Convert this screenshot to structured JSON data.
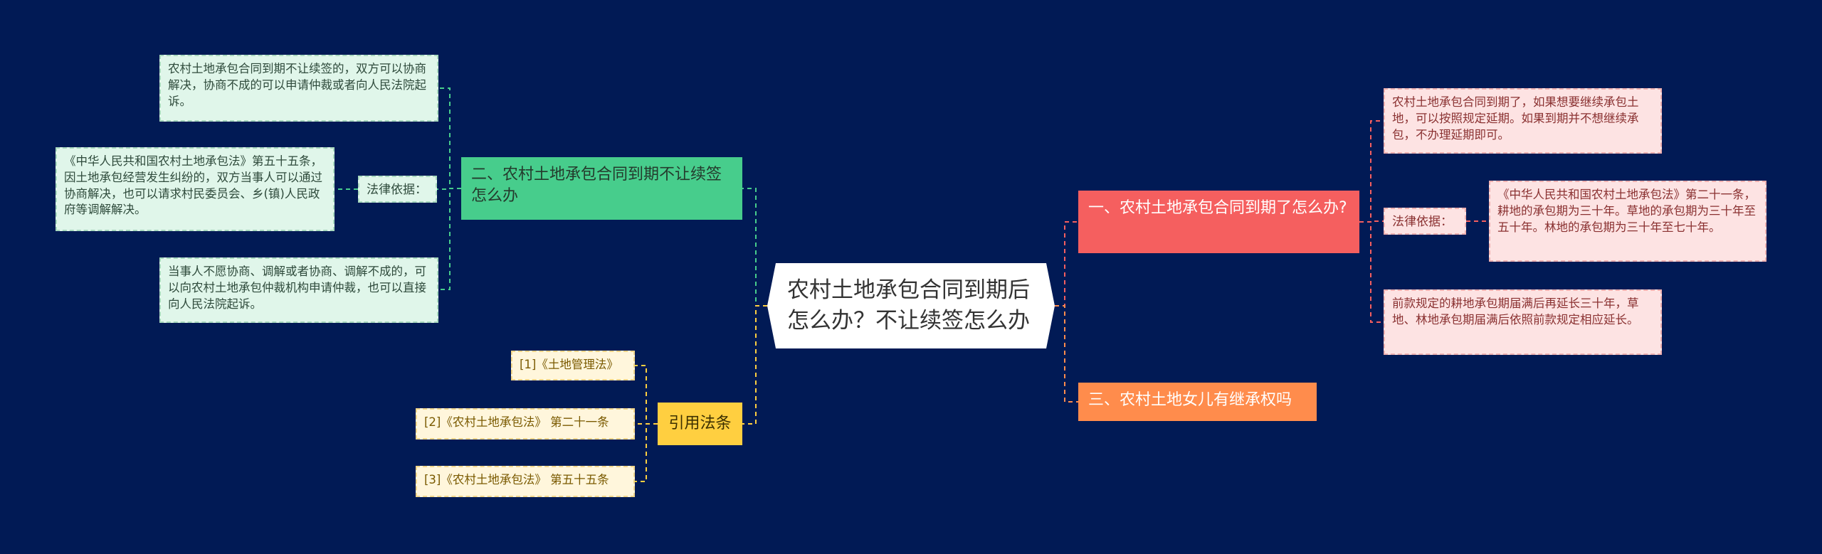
{
  "mindmap": {
    "root": "农村土地承包合同到期后怎么办？不让续签怎么办",
    "right": [
      {
        "title": "一、农村土地承包合同到期了怎么办?",
        "children": [
          {
            "text": "农村土地承包合同到期了，如果想要继续承包土地，可以按照规定延期。如果到期并不想继续承包，不办理延期即可。"
          },
          {
            "label": "法律依据：",
            "detail": "《中华人民共和国农村土地承包法》第二十一条，耕地的承包期为三十年。草地的承包期为三十年至五十年。林地的承包期为三十年至七十年。"
          },
          {
            "text": "前款规定的耕地承包期届满后再延长三十年，草地、林地承包期届满后依照前款规定相应延长。"
          }
        ]
      },
      {
        "title": "三、农村土地女儿有继承权吗"
      }
    ],
    "left": [
      {
        "title": "二、农村土地承包合同到期不让续签怎么办",
        "children": [
          {
            "text": "农村土地承包合同到期不让续签的，双方可以协商解决，协商不成的可以申请仲裁或者向人民法院起诉。"
          },
          {
            "label": "法律依据：",
            "detail": "《中华人民共和国农村土地承包法》第五十五条，因土地承包经营发生纠纷的，双方当事人可以通过协商解决，也可以请求村民委员会、乡(镇)人民政府等调解解决。"
          },
          {
            "text": "当事人不愿协商、调解或者协商、调解不成的，可以向农村土地承包仲裁机构申请仲裁，也可以直接向人民法院起诉。"
          }
        ]
      },
      {
        "title": "引用法条",
        "children": [
          {
            "text": "[1]《土地管理法》"
          },
          {
            "text": "[2]《农村土地承包法》 第二十一条"
          },
          {
            "text": "[3]《农村土地承包法》 第五十五条"
          }
        ]
      }
    ]
  },
  "colors": {
    "background": "#011a55",
    "red": "#f55f5f",
    "green": "#47cd8c",
    "orange": "#ff8c4c",
    "yellow": "#ffcf40"
  }
}
